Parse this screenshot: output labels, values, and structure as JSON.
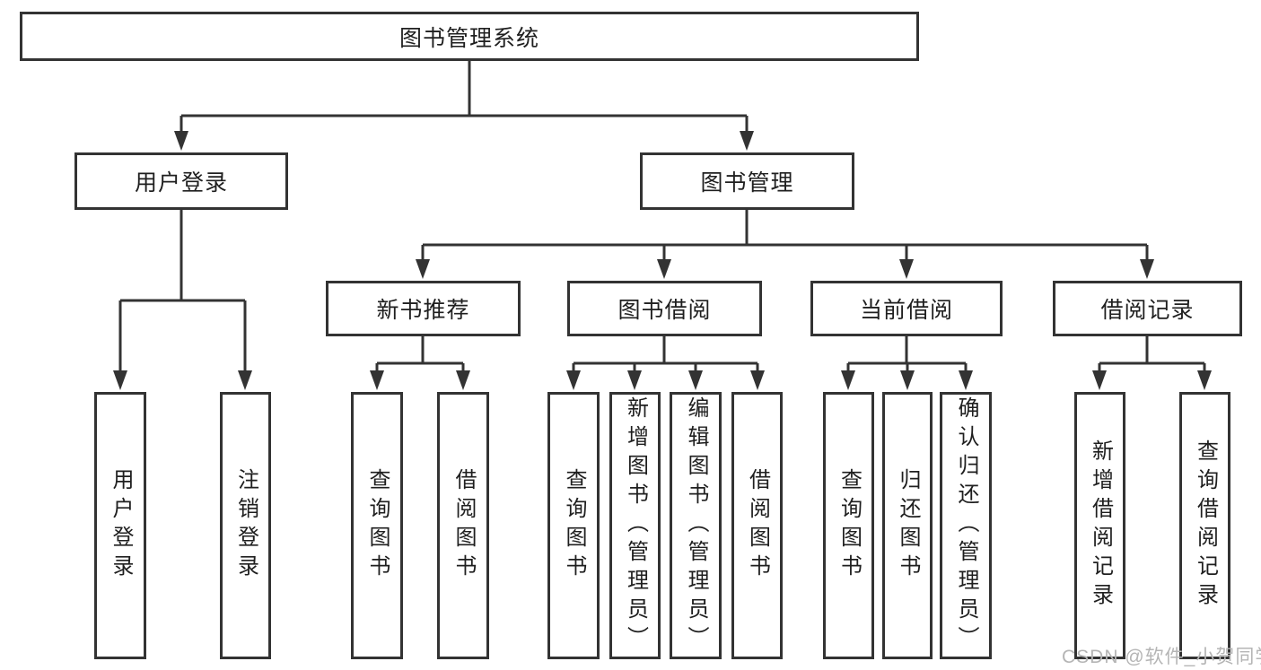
{
  "tree": {
    "root": {
      "label": "图书管理系统"
    },
    "branches": [
      {
        "label": "用户登录",
        "children": [
          {
            "label": "用户登录"
          },
          {
            "label": "注销登录"
          }
        ]
      },
      {
        "label": "图书管理",
        "children": [
          {
            "label": "新书推荐",
            "children": [
              {
                "label": "查询图书"
              },
              {
                "label": "借阅图书"
              }
            ]
          },
          {
            "label": "图书借阅",
            "children": [
              {
                "label": "查询图书"
              },
              {
                "label": "新增图书（管理员）"
              },
              {
                "label": "编辑图书（管理员）"
              },
              {
                "label": "借阅图书"
              }
            ]
          },
          {
            "label": "当前借阅",
            "children": [
              {
                "label": "查询图书"
              },
              {
                "label": "归还图书"
              },
              {
                "label": "确认归还（管理员）"
              }
            ]
          },
          {
            "label": "借阅记录",
            "children": [
              {
                "label": "新增借阅记录"
              },
              {
                "label": "查询借阅记录"
              }
            ]
          }
        ]
      }
    ]
  },
  "watermark": {
    "text": "CSDN @软件_小贺同学"
  },
  "colors": {
    "line": "#333333",
    "box_border": "#333333",
    "text": "#1f1f1f",
    "watermark": "#b5b5b5",
    "background": "#ffffff"
  }
}
